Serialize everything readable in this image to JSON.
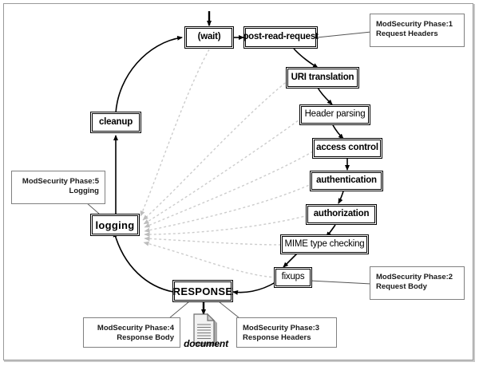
{
  "diagram": {
    "title": "Apache request processing cycle with ModSecurity phases",
    "colors": {
      "node_border": "#000000",
      "node_fill": "#ffffff",
      "annotation_border": "#808080",
      "flow_arrow": "#000000",
      "logging_arrow": "#c0c0c0",
      "frame_border": "#9a9a9a",
      "doc_icon": "#9a9a9a"
    },
    "nodes": [
      {
        "id": "wait",
        "label": "(wait)"
      },
      {
        "id": "post_read",
        "label": "post-read-request"
      },
      {
        "id": "uri",
        "label": "URI translation"
      },
      {
        "id": "header",
        "label": "Header parsing"
      },
      {
        "id": "access",
        "label": "access control"
      },
      {
        "id": "authn",
        "label": "authentication"
      },
      {
        "id": "authz",
        "label": "authorization"
      },
      {
        "id": "mime",
        "label": "MIME type checking"
      },
      {
        "id": "fixups",
        "label": "fixups"
      },
      {
        "id": "response",
        "label": "RESPONSE"
      },
      {
        "id": "logging",
        "label": "logging"
      },
      {
        "id": "cleanup",
        "label": "cleanup"
      }
    ],
    "annotations": [
      {
        "id": "phase1",
        "line1": "ModSecurity Phase:1",
        "line2": "Request Headers",
        "align": "left"
      },
      {
        "id": "phase2",
        "line1": "ModSecurity Phase:2",
        "line2": "Request Body",
        "align": "left"
      },
      {
        "id": "phase3",
        "line1": "ModSecurity Phase:3",
        "line2": "Response Headers",
        "align": "left"
      },
      {
        "id": "phase4",
        "line1": "ModSecurity Phase:4",
        "line2": "Response Body",
        "align": "right"
      },
      {
        "id": "phase5",
        "line1": "ModSecurity Phase:5",
        "line2": "Logging",
        "align": "right"
      }
    ],
    "document": {
      "label": "document",
      "icon": "document-icon"
    }
  }
}
